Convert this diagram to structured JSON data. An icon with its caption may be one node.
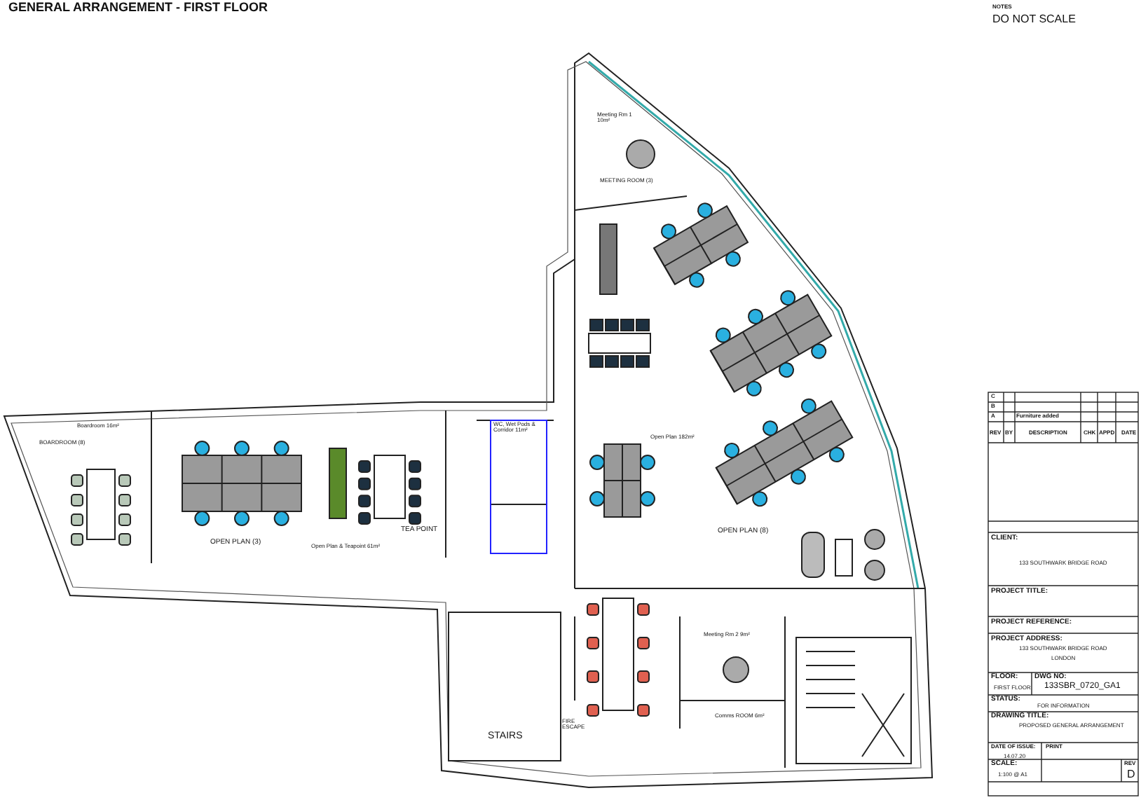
{
  "diagram": {
    "title": "GENERAL ARRANGEMENT - FIRST FLOOR",
    "labels": [
      "NOTES",
      "DO NOT SCALE",
      "Meeting Rm 1 10m²",
      "MEETING ROOM (3)",
      "Open Plan 182m²",
      "Boardroom 16m²",
      "BOARDROOM (8)",
      "WC, Wet Pods & Corridor 11m²",
      "OPEN PLAN (3)",
      "Open Plan & Teapoint 61m²",
      "TEA POINT",
      "OPEN PLAN (8)",
      "Meeting Rm 2 9m²",
      "Comms ROOM 6m²",
      "STAIRS",
      "FIRE ESCAPE",
      "C",
      "B",
      "A",
      "Furniture added",
      "REV",
      "BY",
      "DESCRIPTION",
      "CHK",
      "APPD",
      "DATE",
      "CLIENT:",
      "133 SOUTHWARK BRIDGE ROAD",
      "PROJECT TITLE:",
      "PROJECT REFERENCE:",
      "PROJECT ADDRESS:",
      "133 SOUTHWARK BRIDGE ROAD",
      "LONDON",
      "FLOOR:",
      "DWG NO:",
      "FIRST FLOOR",
      "133SBR_0720_GA1",
      "STATUS:",
      "FOR INFORMATION",
      "DRAWING TITLE:",
      "PROPOSED GENERAL ARRANGEMENT",
      "DATE OF ISSUE:",
      "PRINT",
      "14.07.20",
      "SCALE:",
      "1:100 @ A1",
      "REV",
      "D"
    ]
  }
}
